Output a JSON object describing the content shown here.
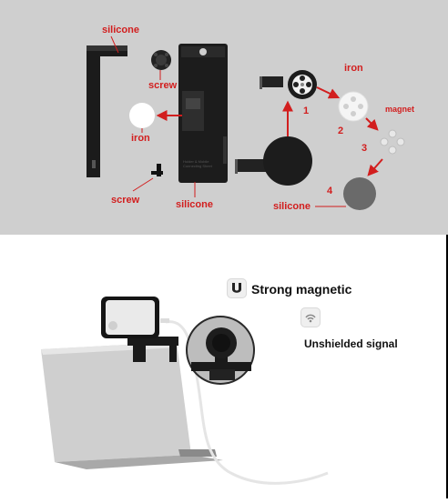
{
  "diagram": {
    "labels": {
      "silicone_top": "silicone",
      "screw_top": "screw",
      "iron_left": "iron",
      "screw_bottom": "screw",
      "silicone_bottom": "silicone",
      "iron_right": "iron",
      "magnet": "magnet",
      "silicone_right": "silicone"
    },
    "steps": [
      "1",
      "2",
      "3",
      "4"
    ],
    "device_text": [
      "Holder & Mobile",
      "Connecting Sheet"
    ]
  },
  "features": [
    {
      "icon": "magnet-icon",
      "text": "Strong magnetic"
    },
    {
      "icon": "signal-icon",
      "text": "Unshielded signal"
    }
  ],
  "colors": {
    "label_red": "#d21e1e",
    "top_bg": "#cfcfcf",
    "device_black": "#1a1a1a"
  }
}
